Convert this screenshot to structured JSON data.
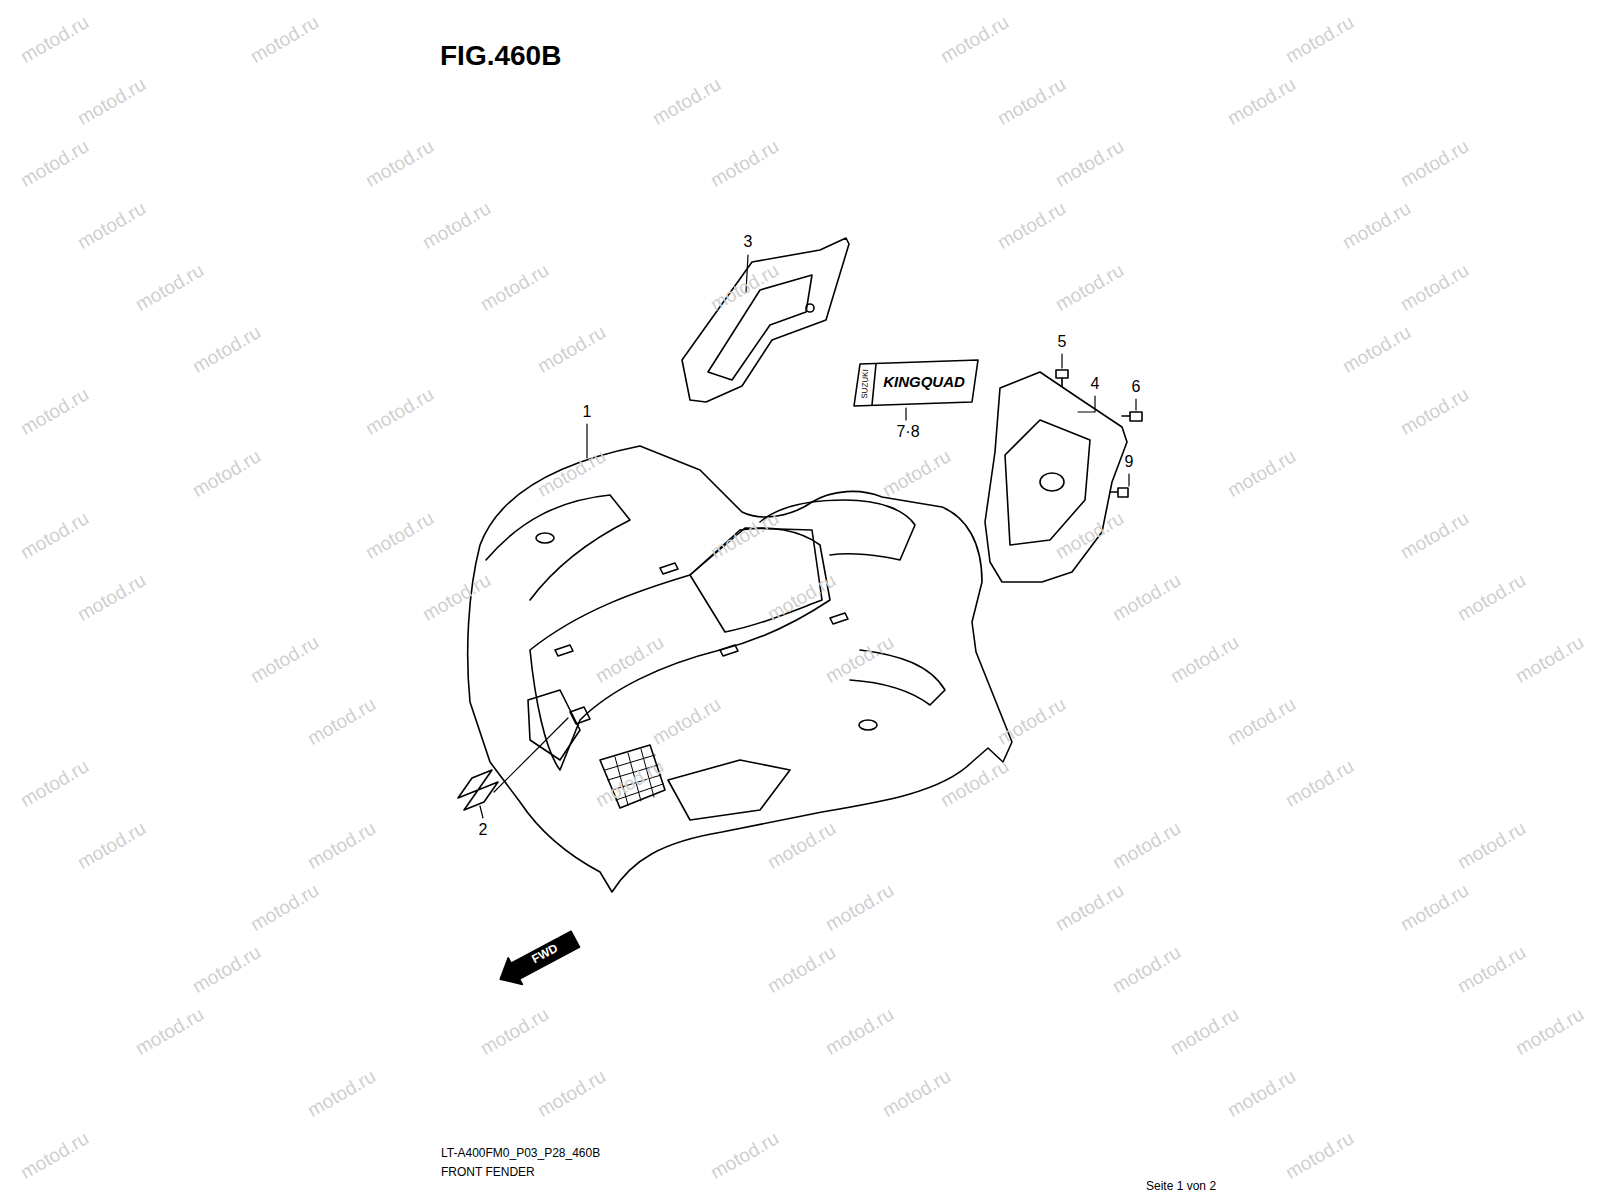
{
  "diagram": {
    "title": "FIG.460B",
    "caption": "FRONT FENDER",
    "labels": [
      "1",
      "2",
      "3",
      "4",
      "5",
      "6",
      "7·8",
      "9",
      "SUZUKI",
      "KINGQUAD",
      "FWD",
      "LT-A400FM0_P03_P28_460B",
      "Seite 1 von 2",
      "motod.ru",
      "motod.ru",
      "motod.ru",
      "motod.ru",
      "motod.ru",
      "motod.ru",
      "motod.ru",
      "motod.ru",
      "motod.ru",
      "motod.ru",
      "motod.ru",
      "motod.ru",
      "motod.ru",
      "motod.ru",
      "motod.ru",
      "motod.ru",
      "motod.ru",
      "motod.ru",
      "motod.ru",
      "motod.ru",
      "motod.ru",
      "motod.ru",
      "motod.ru",
      "motod.ru",
      "motod.ru",
      "motod.ru",
      "motod.ru",
      "motod.ru",
      "motod.ru",
      "motod.ru",
      "motod.ru",
      "motod.ru",
      "motod.ru",
      "motod.ru",
      "motod.ru",
      "motod.ru",
      "motod.ru",
      "motod.ru",
      "motod.ru",
      "motod.ru",
      "motod.ru",
      "motod.ru",
      "motod.ru",
      "motod.ru",
      "motod.ru",
      "motod.ru",
      "motod.ru",
      "motod.ru",
      "motod.ru",
      "motod.ru",
      "motod.ru",
      "motod.ru",
      "motod.ru",
      "motod.ru",
      "motod.ru",
      "motod.ru",
      "motod.ru",
      "motod.ru",
      "motod.ru",
      "motod.ru",
      "motod.ru",
      "motod.ru",
      "motod.ru",
      "motod.ru",
      "motod.ru",
      "motod.ru",
      "motod.ru",
      "motod.ru",
      "motod.ru",
      "motod.ru",
      "motod.ru",
      "motod.ru",
      "motod.ru",
      "motod.ru",
      "motod.ru",
      "motod.ru",
      "motod.ru",
      "motod.ru",
      "motod.ru",
      "motod.ru"
    ]
  }
}
